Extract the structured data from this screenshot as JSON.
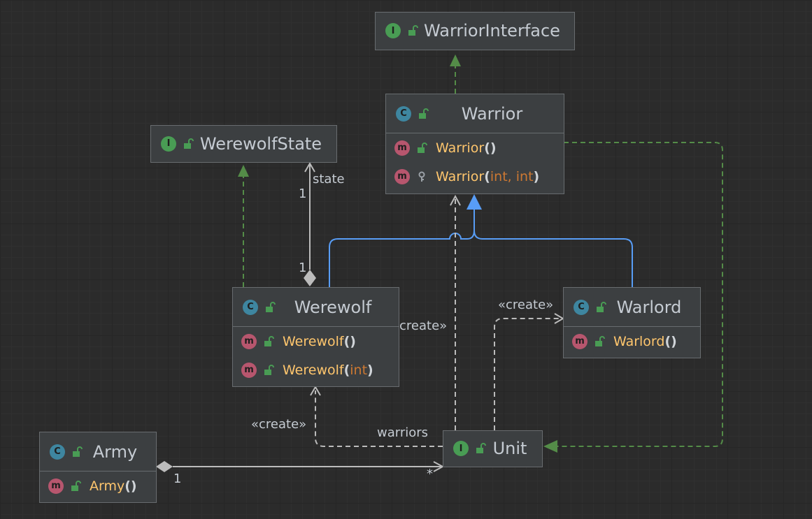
{
  "nodes": {
    "warrior_interface": {
      "badge": "I",
      "name": "WarriorInterface"
    },
    "warrior": {
      "badge": "C",
      "name": "Warrior",
      "methods": [
        {
          "badge": "m",
          "name": "Warrior",
          "open": "(",
          "params": "",
          "close": ")"
        },
        {
          "badge": "m",
          "name": "Warrior",
          "open": "(",
          "params": "int, int",
          "close": ")"
        }
      ]
    },
    "werewolf_state": {
      "badge": "I",
      "name": "WerewolfState"
    },
    "werewolf": {
      "badge": "C",
      "name": "Werewolf",
      "methods": [
        {
          "badge": "m",
          "name": "Werewolf",
          "open": "(",
          "params": "",
          "close": ")"
        },
        {
          "badge": "m",
          "name": "Werewolf",
          "open": "(",
          "params": "int",
          "close": ")"
        }
      ]
    },
    "warlord": {
      "badge": "C",
      "name": "Warlord",
      "methods": [
        {
          "badge": "m",
          "name": "Warlord",
          "open": "(",
          "params": "",
          "close": ")"
        }
      ]
    },
    "army": {
      "badge": "C",
      "name": "Army",
      "methods": [
        {
          "badge": "m",
          "name": "Army",
          "open": "(",
          "params": "",
          "close": ")"
        }
      ]
    },
    "unit": {
      "badge": "I",
      "name": "Unit"
    }
  },
  "edge_labels": {
    "state": "state",
    "state_mult_target": "1",
    "state_mult_source": "1",
    "create_warrior": "«create»",
    "create_warlord": "«create»",
    "create_werewolf": "«create»",
    "warriors": "warriors",
    "army_mult": "1",
    "unit_mult": "*"
  },
  "colors": {
    "background": "#2b2b2b",
    "node_fill": "#3c3f41",
    "node_border": "#686c6f",
    "realization": "#548c48",
    "inheritance": "#589df6",
    "dependency": "#bcbcbc",
    "method_name": "#ffc66d",
    "param_type": "#cc7832"
  }
}
